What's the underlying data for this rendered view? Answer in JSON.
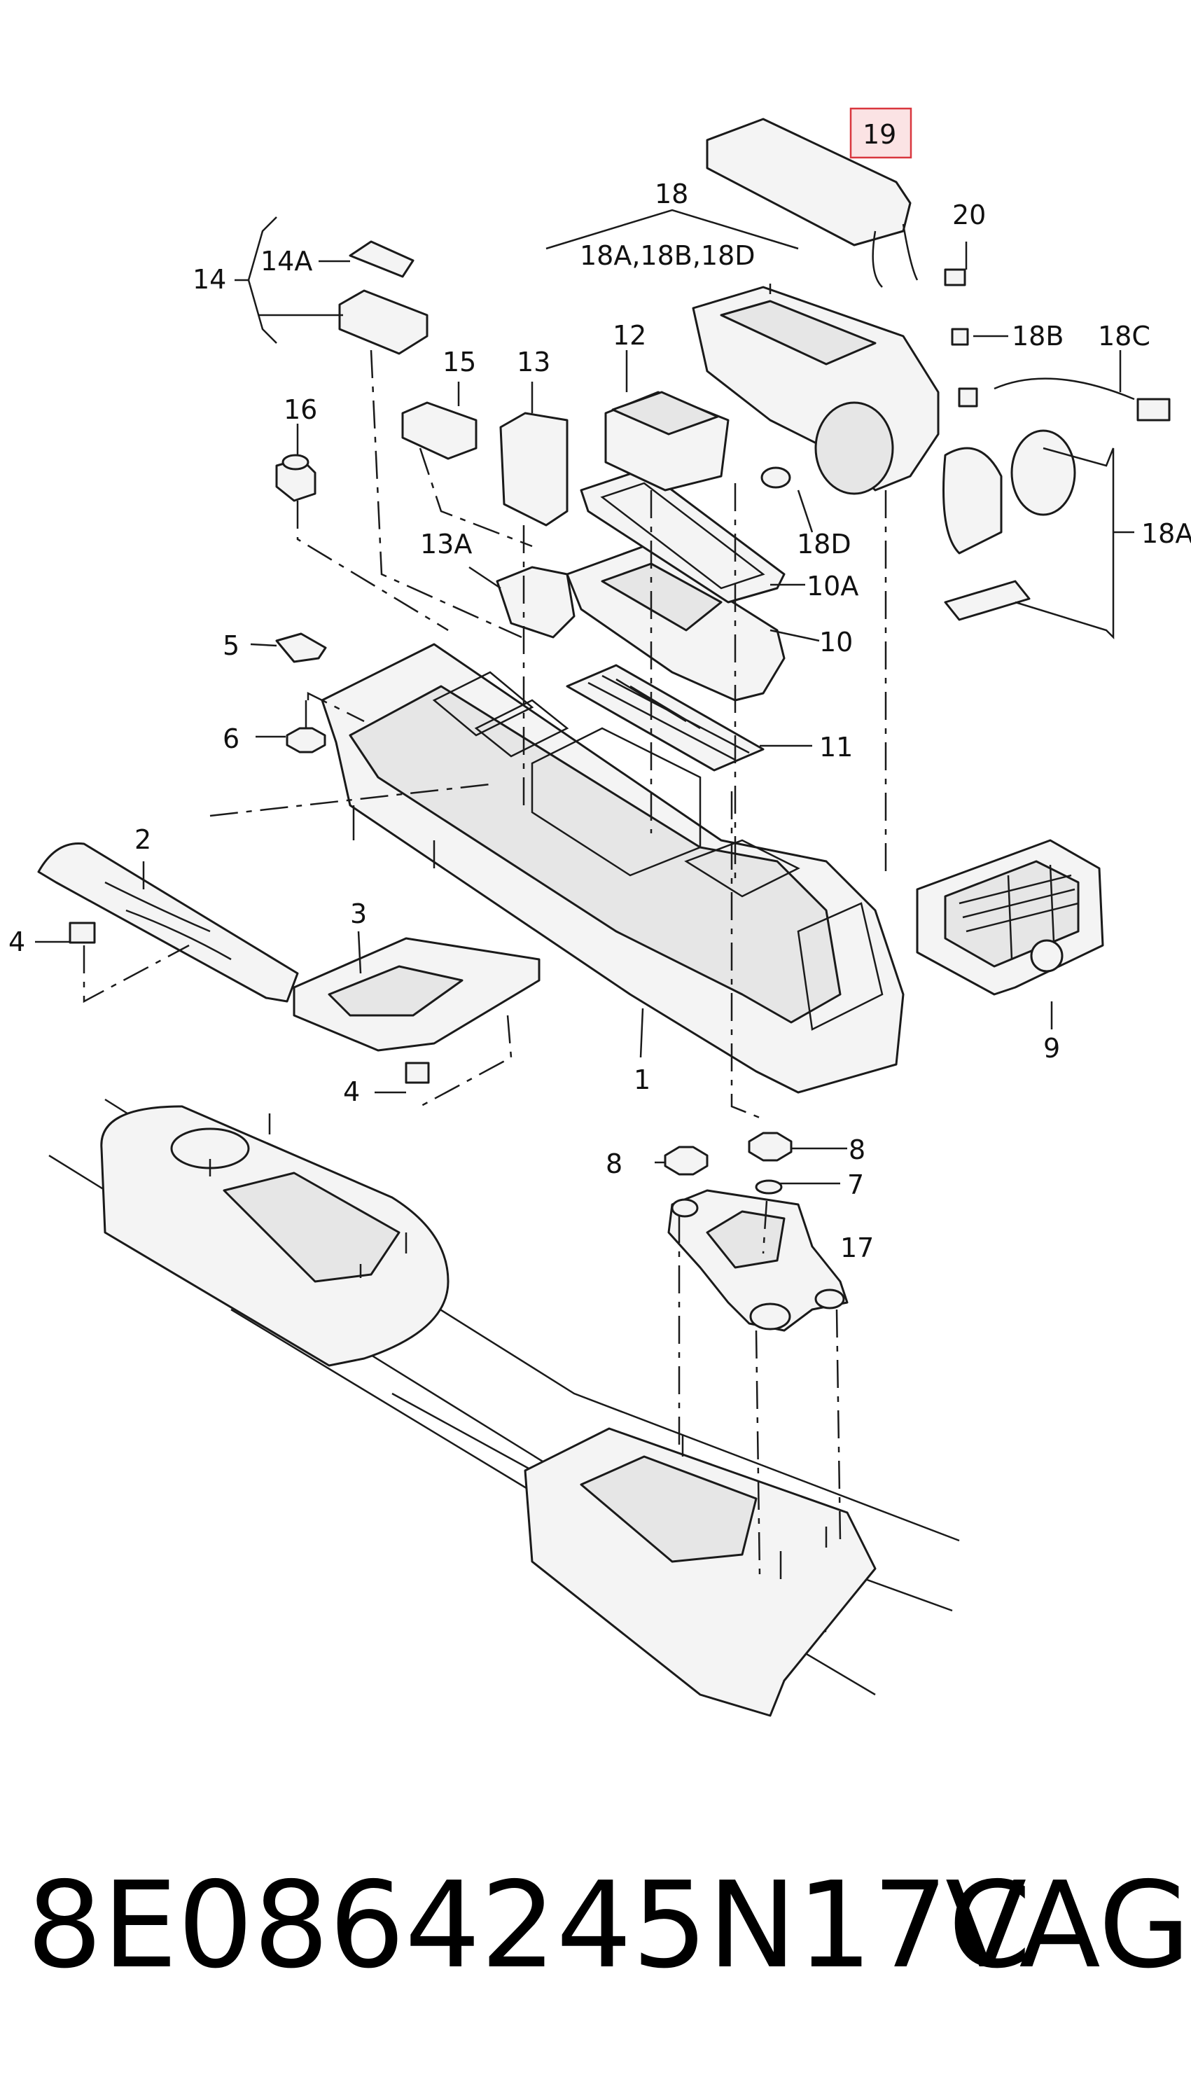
{
  "callouts": {
    "c1": "1",
    "c2": "2",
    "c3": "3",
    "c4a": "4",
    "c4b": "4",
    "c5": "5",
    "c6": "6",
    "c7": "7",
    "c8a": "8",
    "c8b": "8",
    "c9": "9",
    "c10": "10",
    "c10a": "10A",
    "c11": "11",
    "c12": "12",
    "c13": "13",
    "c13a": "13A",
    "c14": "14",
    "c14a": "14A",
    "c15": "15",
    "c16": "16",
    "c17": "17",
    "c18": "18",
    "c18group": "18A,18B,18D",
    "c18a": "18A",
    "c18b": "18B",
    "c18c": "18C",
    "c18d_top": "18D",
    "c19": "19",
    "c20": "20"
  },
  "highlight": {
    "part": "19",
    "color": "#d9363e",
    "fill": "#fbe3e4"
  },
  "footer": {
    "part_number": "8E0864245N17C",
    "brand": "VAG"
  }
}
